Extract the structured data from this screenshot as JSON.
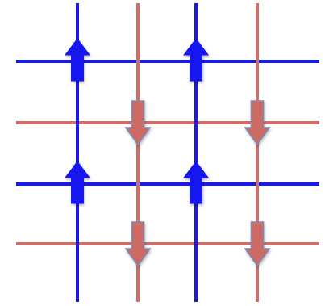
{
  "diagram": {
    "colors": {
      "background": "#ffffff",
      "blue_line": "#1a1ae6",
      "red_line": "#cf6e67",
      "up_arrow_fill": "#1212f0",
      "down_arrow_fill": "#cc6a64",
      "down_arrow_outline": "#7f8ab8"
    },
    "rows": [
      {
        "id": "row-1",
        "line_color": "blue"
      },
      {
        "id": "row-2",
        "line_color": "red"
      },
      {
        "id": "row-3",
        "line_color": "blue"
      },
      {
        "id": "row-4",
        "line_color": "red"
      }
    ],
    "columns": [
      {
        "id": "col-1",
        "line_color": "blue"
      },
      {
        "id": "col-2",
        "line_color": "red"
      },
      {
        "id": "col-3",
        "line_color": "blue"
      },
      {
        "id": "col-4",
        "line_color": "red"
      }
    ],
    "arrows": [
      {
        "row": 1,
        "column": 1,
        "direction": "up",
        "color": "blue"
      },
      {
        "row": 1,
        "column": 3,
        "direction": "up",
        "color": "blue"
      },
      {
        "row": 2,
        "column": 2,
        "direction": "down",
        "color": "red"
      },
      {
        "row": 2,
        "column": 4,
        "direction": "down",
        "color": "red"
      },
      {
        "row": 3,
        "column": 1,
        "direction": "up",
        "color": "blue"
      },
      {
        "row": 3,
        "column": 3,
        "direction": "up",
        "color": "blue"
      },
      {
        "row": 4,
        "column": 2,
        "direction": "down",
        "color": "red"
      },
      {
        "row": 4,
        "column": 4,
        "direction": "down",
        "color": "red"
      }
    ]
  }
}
